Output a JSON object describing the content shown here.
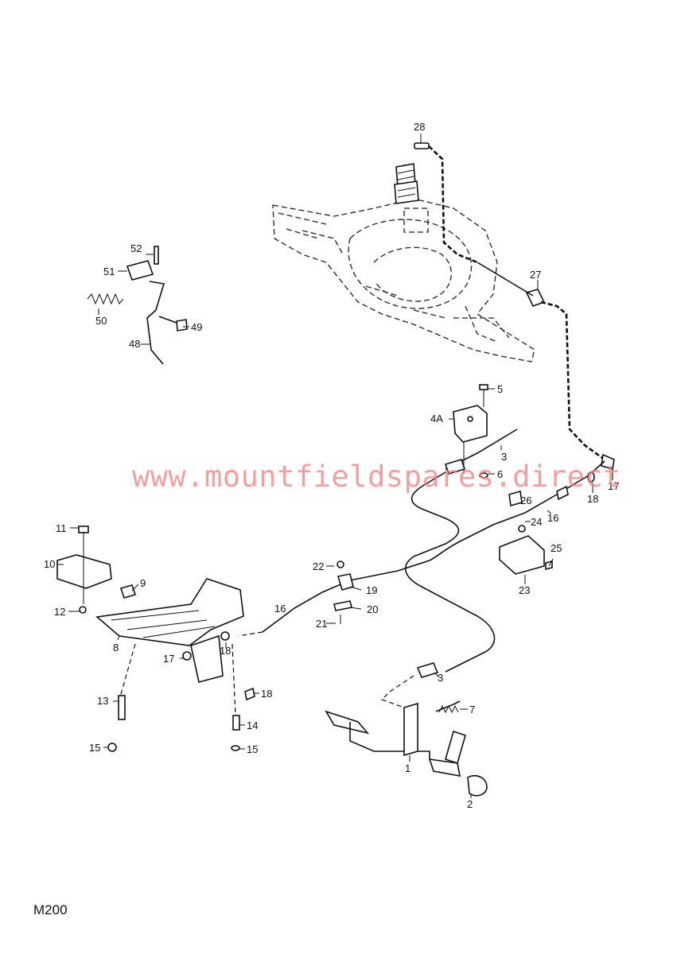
{
  "watermark": "www.mountfieldspares.direct",
  "diagram_code": "M200",
  "callouts": {
    "c28": "28",
    "c27": "27",
    "c5": "5",
    "c4a": "4A",
    "c3a": "3",
    "c6": "6",
    "c17a": "17",
    "c18a": "18",
    "c16a": "16",
    "c26": "26",
    "c24": "24",
    "c25": "25",
    "c23": "23",
    "c52": "52",
    "c51": "51",
    "c50": "50",
    "c49": "49",
    "c48": "48",
    "c11": "11",
    "c10": "10",
    "c9": "9",
    "c12": "12",
    "c8": "8",
    "c22": "22",
    "c19": "19",
    "c16b": "16",
    "c20": "20",
    "c21": "21",
    "c17b": "17",
    "c18b": "18",
    "c18c": "18",
    "c13": "13",
    "c14": "14",
    "c15a": "15",
    "c15b": "15",
    "c3b": "3",
    "c7": "7",
    "c1": "1",
    "c2": "2"
  }
}
